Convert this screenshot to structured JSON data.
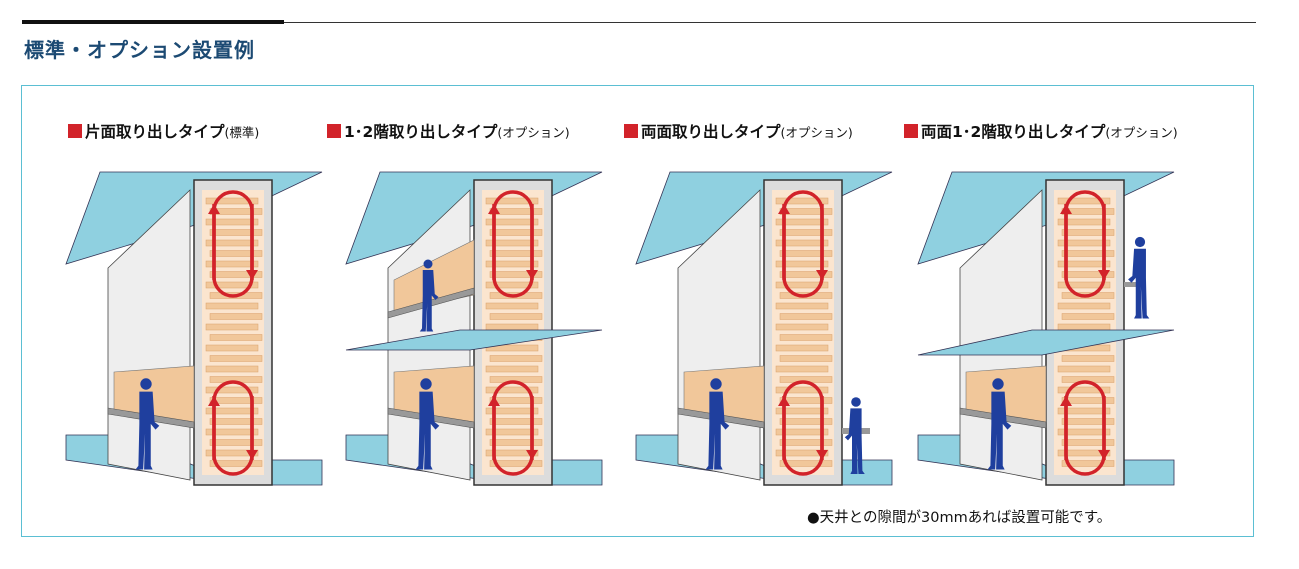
{
  "section": {
    "title": "標準・オプション設置例"
  },
  "variants": [
    {
      "title": "片面取り出しタイプ",
      "note": "(標準)"
    },
    {
      "title": "1･2階取り出しタイプ",
      "note": "(オプション)"
    },
    {
      "title": "両面取り出しタイプ",
      "note": "(オプション)"
    },
    {
      "title": "両面1･2階取り出しタイプ",
      "note": "(オプション)"
    }
  ],
  "footnote": "●天井との隙間が30mmあれば設置可能です。",
  "colors": {
    "accent": "#d2232a",
    "title": "#1c4a73",
    "frame": "#5bbfd3",
    "slab": "#8fd0e0",
    "person": "#1f3f9e",
    "wood": "#f1c79a"
  }
}
